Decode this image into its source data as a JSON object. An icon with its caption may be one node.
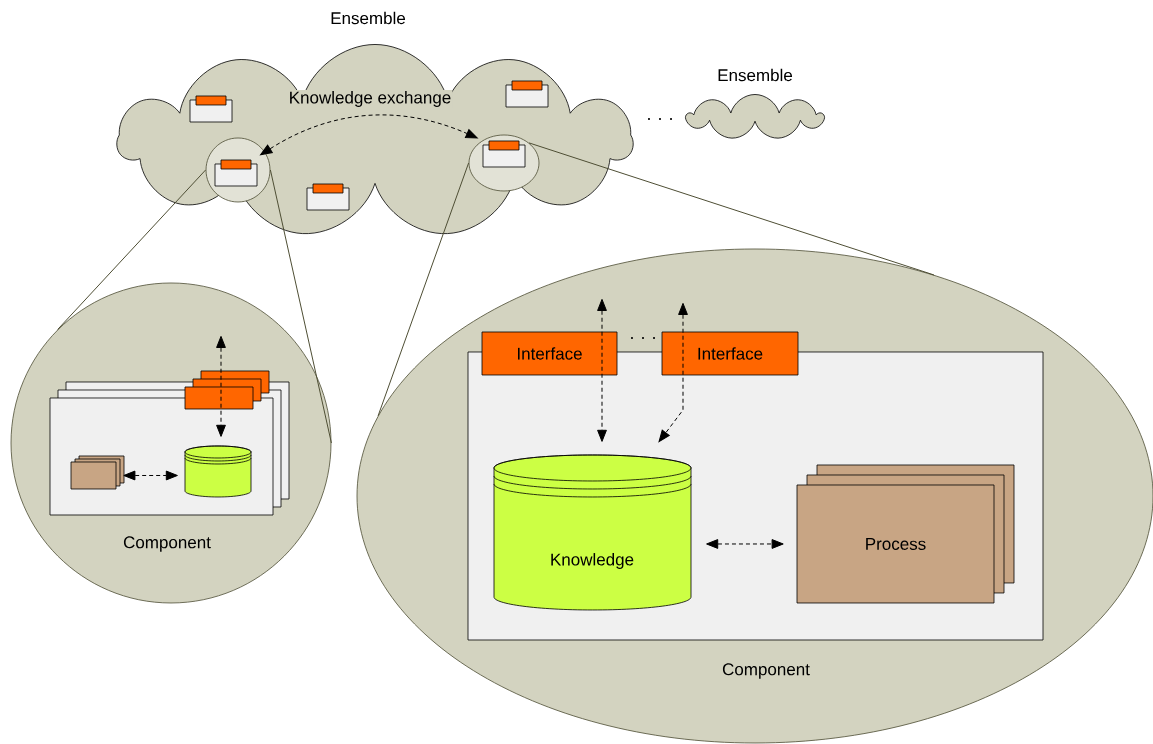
{
  "diagram": {
    "nodes": [
      {
        "text": [
          "Ensemble"
        ]
      },
      {
        "text": [],
        "shape": "box",
        "in": 0
      },
      {
        "text": [],
        "shape": "box",
        "in": 0
      },
      {
        "text": [],
        "shape": "circle",
        "in": 0
      },
      {
        "text": [],
        "shape": "box",
        "in": 3
      },
      {
        "text": [],
        "shape": "circle",
        "in": 0
      },
      {
        "text": [],
        "shape": "box",
        "in": 5
      },
      {
        "text": [],
        "shape": "box",
        "in": 0
      },
      {
        "text": [
          "Ensemble"
        ]
      },
      {
        "text": [
          "Component"
        ]
      },
      {
        "text": [],
        "shape": "box",
        "in": 9
      },
      {
        "text": [],
        "shape": "box",
        "in": 9
      },
      {
        "text": [],
        "shape": "cylinder",
        "in": 10
      },
      {
        "text": [],
        "shape": "box",
        "in": 10
      },
      {
        "text": [
          "Component"
        ]
      },
      {
        "text": [],
        "shape": "box",
        "in": 14
      },
      {
        "text": [
          "Interface"
        ],
        "in": 14
      },
      {
        "text": [
          "Interface"
        ],
        "in": 14
      },
      {
        "text": [
          "Knowledge"
        ],
        "in": 15
      },
      {
        "text": [
          "Process"
        ],
        "in": 15
      }
    ],
    "edges": [
      {
        "from": 4,
        "to": 6,
        "arrow": "both",
        "style": "dashed",
        "label": "Knowledge exchange"
      },
      {
        "from": 3,
        "to": 9,
        "arrow": "none",
        "color": "#4d4d33"
      },
      {
        "from": 3,
        "to": 9,
        "arrow": "none",
        "color": "#4d4d33"
      },
      {
        "from": 5,
        "to": 14,
        "arrow": "none",
        "color": "#4d4d33"
      },
      {
        "from": 5,
        "to": 14,
        "arrow": "none",
        "color": "#4d4d33"
      },
      {
        "from": null,
        "to": 12,
        "arrow": "both",
        "style": "dashed"
      },
      {
        "from": 13,
        "to": 12,
        "arrow": "both",
        "style": "dashed"
      },
      {
        "from": null,
        "to": 18,
        "arrow": "both",
        "style": "dashed"
      },
      {
        "from": null,
        "to": 18,
        "arrow": "both",
        "style": "dashed"
      },
      {
        "from": 18,
        "to": 19,
        "arrow": "both",
        "style": "dashed"
      }
    ],
    "labels": [
      ". . .",
      ". . ."
    ]
  }
}
